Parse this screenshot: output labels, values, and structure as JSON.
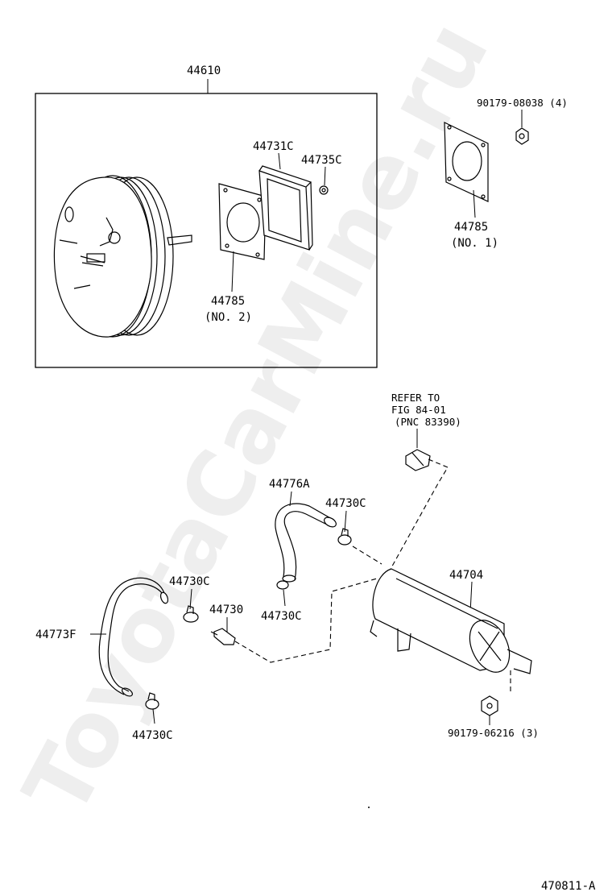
{
  "watermark": "ToyotaCarMine.ru",
  "figure_code": "470811-A",
  "labels": {
    "booster_assy": "44610",
    "gasket_c": "44731C",
    "nut_c": "44735C",
    "gasket_no2_part": "44785",
    "gasket_no2_note": "(NO. 2)",
    "nut_top": "90179-08038 (4)",
    "gasket_no1_part": "44785",
    "gasket_no1_note": "(NO. 1)",
    "refer_line1": "REFER TO",
    "refer_line2": "FIG 84-01",
    "refer_line3": "(PNC 83390)",
    "hose_a": "44776A",
    "clamp_1": "44730C",
    "tank": "44704",
    "clamp_2": "44730C",
    "check_valve": "44730",
    "clamp_3": "44730C",
    "hose_f": "44773F",
    "clamp_4": "44730C",
    "nut_bottom": "90179-06216 (3)"
  }
}
